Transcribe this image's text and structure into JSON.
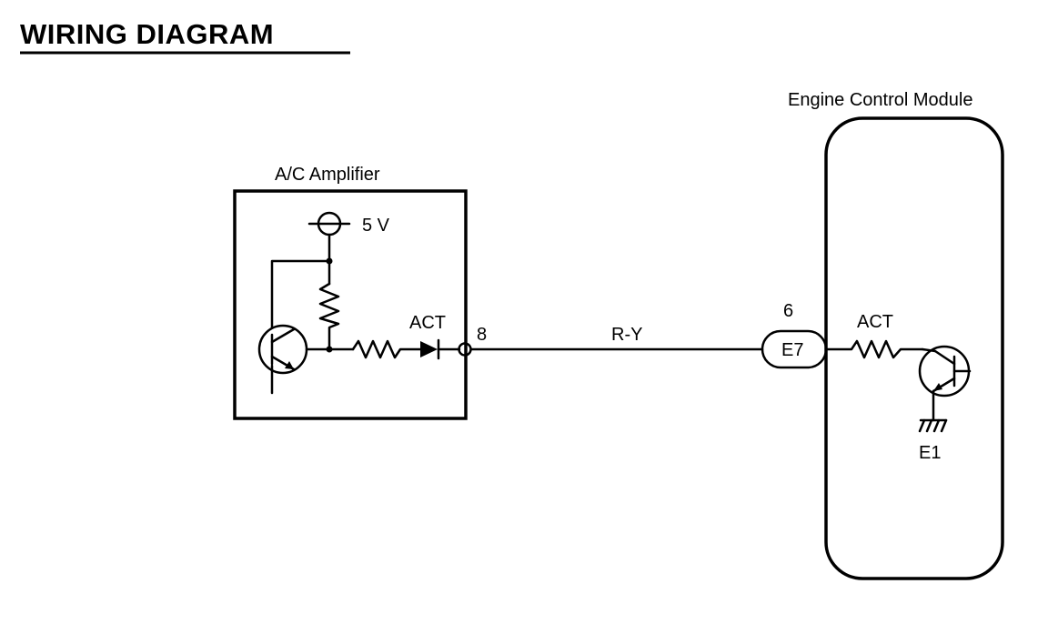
{
  "page": {
    "title": "WIRING DIAGRAM"
  },
  "ac_amplifier": {
    "label": "A/C Amplifier",
    "supply_voltage": "5 V",
    "signal_label": "ACT",
    "pin": "8"
  },
  "wire": {
    "color_code": "R-Y"
  },
  "connector": {
    "pin": "6",
    "name": "E7"
  },
  "engine_control_module": {
    "label": "Engine Control Module",
    "signal_label": "ACT",
    "ground_label": "E1"
  },
  "colors": {
    "ink": "#000000",
    "background": "#ffffff"
  }
}
